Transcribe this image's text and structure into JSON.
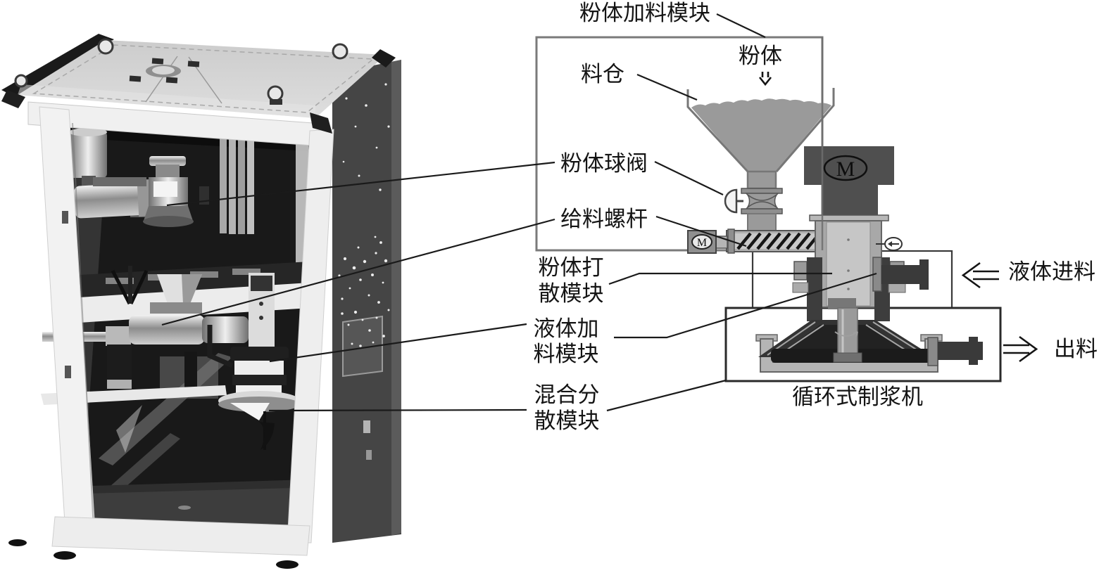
{
  "figure": {
    "type": "equipment-schematic-with-photo",
    "labels": {
      "powder_feeding_module": "粉体加料模块",
      "hopper": "料仓",
      "powder": "粉体",
      "powder_ball_valve": "粉体球阀",
      "feeding_screw": "给料螺杆",
      "powder_dispersing_module": {
        "line1": "粉体打",
        "line2": "散模块"
      },
      "liquid_feeding_module": {
        "line1": "液体加",
        "line2": "料模块"
      },
      "mixing_dispersing_module": {
        "line1": "混合分",
        "line2": "散模块"
      },
      "liquid_inlet": "液体进料",
      "discharge": "出料",
      "circulating_slurry_machine": "循环式制浆机",
      "motor_symbol": "M"
    },
    "icons": {
      "powder_flow": "double-down-arrow",
      "liquid_inlet_flow": "double-left-arrow",
      "discharge_flow": "double-right-arrow",
      "pressure_gauge": "ellipse-with-arrow",
      "motor": "M-in-ellipse"
    },
    "colors": {
      "background": "#ffffff",
      "powder_fill": "#9a9a9a",
      "module_box_outline": "#7a7a7a",
      "liquid_box_outline": "#3a3a3a",
      "mixer_box_outline": "#2a2a2a",
      "motor_body": "#4f4f4f",
      "dark_part": "#3a3a3a",
      "vessel_gray": "#b5b5b5",
      "leader_line": "#1a1a1a"
    }
  }
}
